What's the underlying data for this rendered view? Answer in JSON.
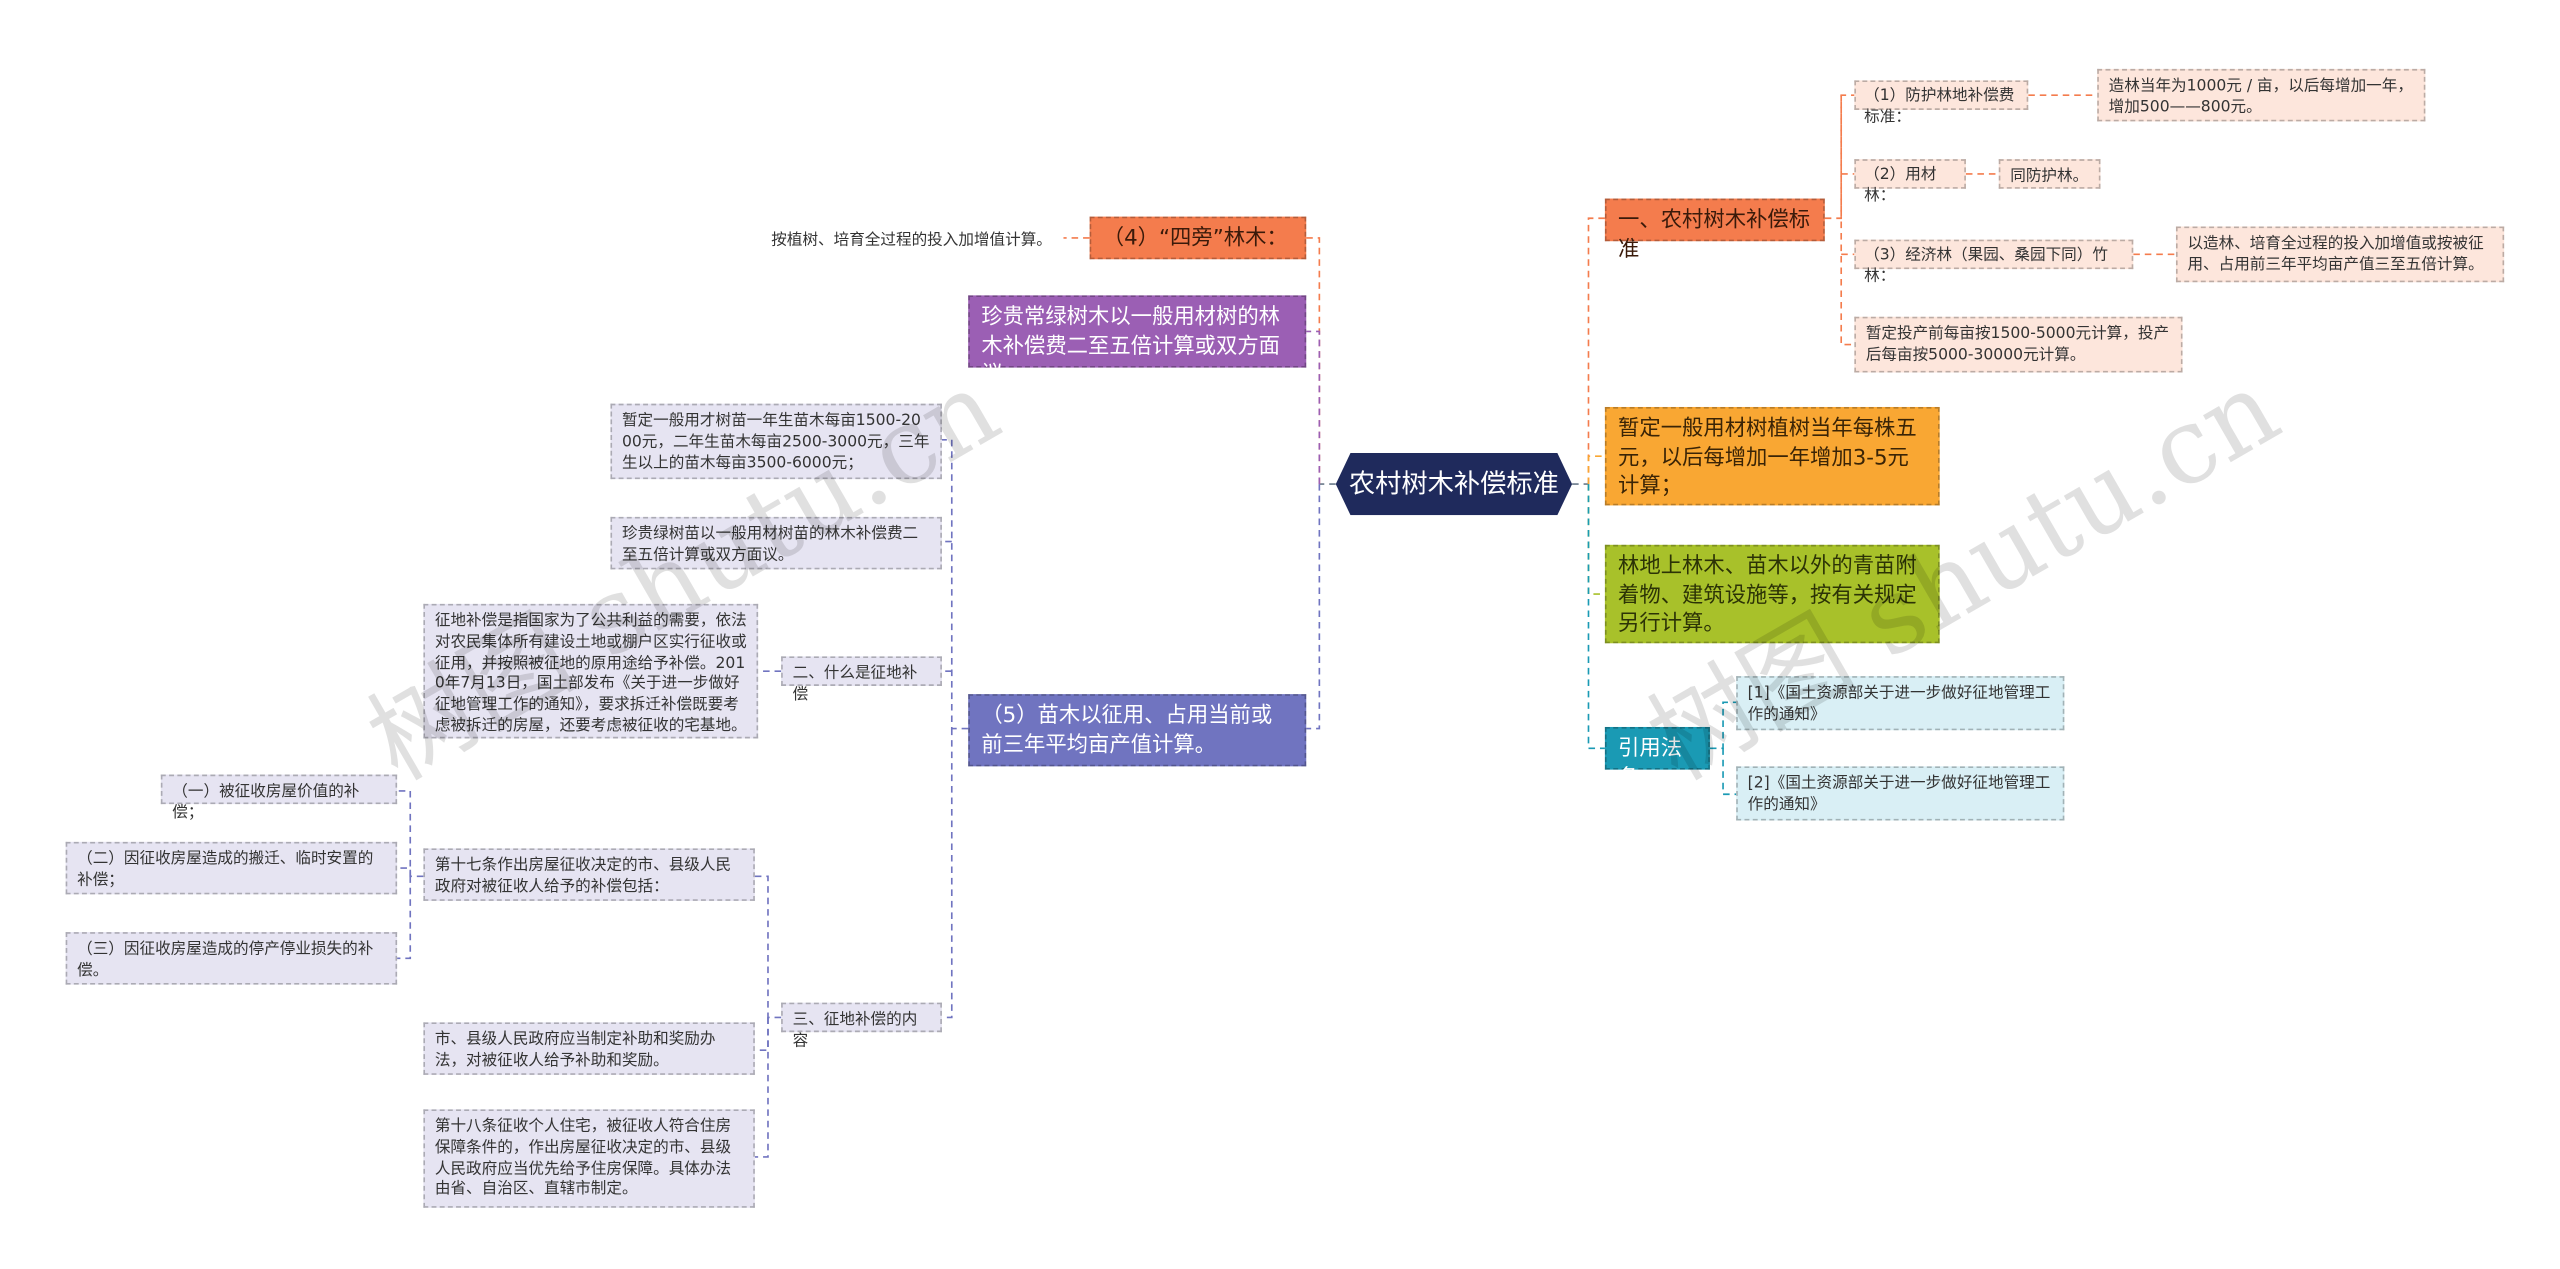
{
  "root": "农村树木补偿标准",
  "right": {
    "b1": {
      "title": "一、农村树木补偿标准",
      "s1": "（1）防护林地补偿费标准：",
      "s1_detail": "造林当年为1000元 / 亩，以后每增加一年，增加500——800元。",
      "s2": "（2）用材林：",
      "s2_detail": "同防护林。",
      "s3": "（3）经济林（果园、桑园下同）竹林：",
      "s3_detail": "以造林、培育全过程的投入加增值或按被征用、占用前三年平均亩产值三至五倍计算。",
      "s4": "暂定投产前每亩按1500-5000元计算，投产后每亩按5000-30000元计算。"
    },
    "b2": "暂定一般用材树植树当年每株五元，以后每增加一年增加3-5元计算；",
    "b3": "林地上林木、苗木以外的青苗附着物、建筑设施等，按有关规定另行计算。",
    "b4": {
      "title": "引用法条",
      "r1": "[1]《国土资源部关于进一步做好征地管理工作的通知》",
      "r2": "[2]《国土资源部关于进一步做好征地管理工作的通知》"
    }
  },
  "left": {
    "b1": {
      "title": "（4）“四旁”林木：",
      "detail": "按植树、培育全过程的投入加增值计算。"
    },
    "b2": "珍贵常绿树木以一般用材树的林木补偿费二至五倍计算或双方面议。",
    "b3": {
      "title": "（5）苗木以征用、占用当前或前三年平均亩产值计算。",
      "n1": "暂定一般用才树苗一年生苗木每亩1500-2000元，二年生苗木每亩2500-3000元，三年生以上的苗木每亩3500-6000元；",
      "n2": "珍贵绿树苗以一般用材树苗的林木补偿费二至五倍计算或双方面议。",
      "n3": {
        "title": "二、什么是征地补偿",
        "detail": "征地补偿是指国家为了公共利益的需要，依法对农民集体所有建设土地或棚户区实行征收或征用，并按照被征地的原用途给予补偿。2010年7月13日，国土部发布《关于进一步做好征地管理工作的通知》，要求拆迁补偿既要考虑被拆迁的房屋，还要考虑被征收的宅基地。"
      },
      "n4": {
        "title": "三、征地补偿的内容",
        "c1": {
          "text": "第十七条作出房屋征收决定的市、县级人民政府对被征收人给予的补偿包括：",
          "items": [
            "（一）被征收房屋价值的补偿；",
            "（二）因征收房屋造成的搬迁、临时安置的补偿；",
            "（三）因征收房屋造成的停产停业损失的补偿。"
          ]
        },
        "c2": "市、县级人民政府应当制定补助和奖励办法，对被征收人给予补助和奖励。",
        "c3": "第十八条征收个人住宅，被征收人符合住房保障条件的，作出房屋征收决定的市、县级人民政府应当优先给予住房保障。具体办法由省、自治区、直辖市制定。"
      }
    }
  },
  "watermark": [
    "树图 shutu.cn",
    "树图 shutu.cn"
  ],
  "colors": {
    "root": "#1f2a5c",
    "orange": "#f47c4d",
    "purple": "#9b5fb4",
    "slate": "#7074c0",
    "amber": "#f9a733",
    "olive": "#a8c12a",
    "teal": "#1a9ab4"
  }
}
